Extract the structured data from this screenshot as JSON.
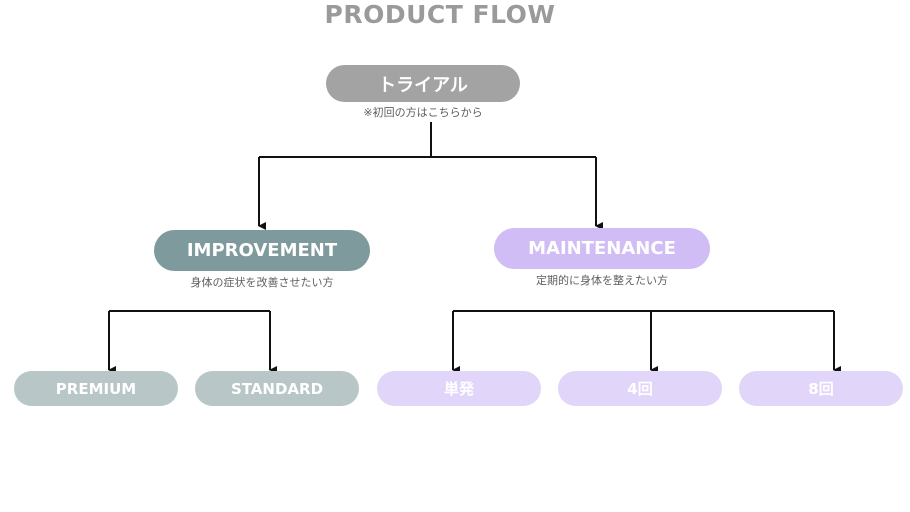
{
  "title": "PRODUCT FLOW",
  "colors": {
    "title": "#9a9a9a",
    "root": "#a3a3a3",
    "improvement": "#7e9a9c",
    "improvement_children": "#b8c6c8",
    "maintenance": "#d1bdf5",
    "maintenance_children": "#e2d5fa",
    "connector": "#111111"
  },
  "root": {
    "label": "トライアル",
    "caption": "※初回の方はこちらから"
  },
  "branches": {
    "improvement": {
      "label": "IMPROVEMENT",
      "caption": "身体の症状を改善させたい方",
      "children": [
        "PREMIUM",
        "STANDARD"
      ]
    },
    "maintenance": {
      "label": "MAINTENANCE",
      "caption": "定期的に身体を整えたい方",
      "children": [
        "単発",
        "4回",
        "8回"
      ]
    }
  }
}
